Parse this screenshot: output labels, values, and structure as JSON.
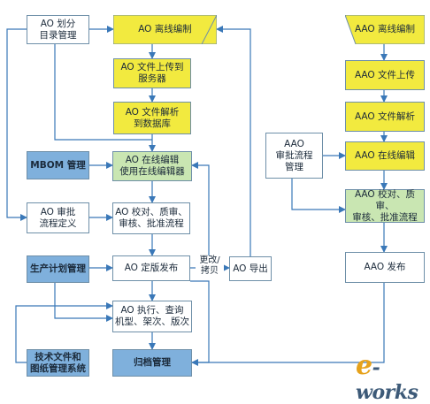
{
  "nodes": {
    "ao_catalog": "AO 划分\n目录管理",
    "ao_offline_edit": "AO 离线编制",
    "ao_upload": "AO 文件上传到\n服务器",
    "ao_parse": "AO 文件解析\n到数据库",
    "mbom": "MBOM 管理",
    "ao_online_edit": "AO 在线编辑\n使用在线编辑器",
    "ao_approval_def": "AO 审批\n流程定义",
    "ao_review": "AO 校对、质审、\n审核、批准流程",
    "production_plan": "生产计划管理",
    "ao_release": "AO 定版发布",
    "ao_export": "AO 导出",
    "ao_exec_query": "AO 执行、查询\n机型、架次、版次",
    "tech_doc": "技术文件和\n图纸管理系统",
    "archive": "归档管理",
    "aao_offline_edit": "AAO 离线编制",
    "aao_upload": "AAO 文件上传",
    "aao_parse": "AAO 文件解析",
    "aao_approval": "AAO\n审批流程\n管理",
    "aao_online_edit": "AAO 在线编辑",
    "aao_review": "AAO 校对、质审、\n审核、批准流程",
    "aao_release": "AAO 发布"
  },
  "edge_labels": {
    "modify_copy": "更改/\n拷贝"
  },
  "watermark": {
    "e": "e",
    "rest": "-works"
  },
  "colors": {
    "yellow": "#f2ea3f",
    "green": "#c9e6b2",
    "blue": "#7fb0dc",
    "line": "#3a78b8"
  }
}
